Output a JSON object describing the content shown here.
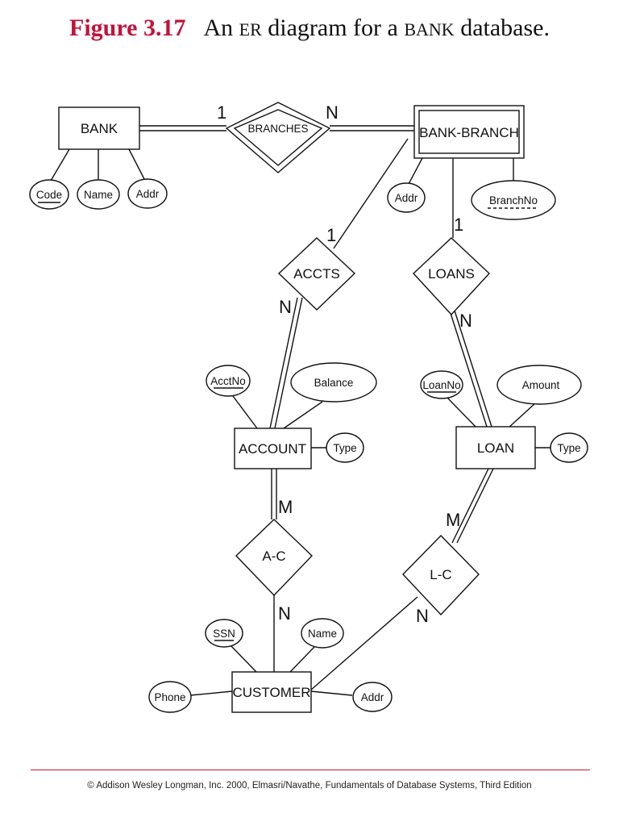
{
  "title": {
    "figure": "Figure 3.17",
    "part1": "An ",
    "er": "ER",
    "part2": " diagram for a ",
    "bank": "BANK",
    "part3": " database."
  },
  "entities": {
    "bank": "BANK",
    "bank_branch": "BANK-BRANCH",
    "account": "ACCOUNT",
    "loan": "LOAN",
    "customer": "CUSTOMER"
  },
  "relationships": {
    "branches": "BRANCHES",
    "accts": "ACCTS",
    "loans": "LOANS",
    "a_c": "A-C",
    "l_c": "L-C"
  },
  "attributes": {
    "bank_code": "Code",
    "bank_name": "Name",
    "bank_addr": "Addr",
    "branch_addr": "Addr",
    "branch_no": "BranchNo",
    "acct_no": "AcctNo",
    "balance": "Balance",
    "account_type": "Type",
    "loan_no": "LoanNo",
    "amount": "Amount",
    "loan_type": "Type",
    "ssn": "SSN",
    "customer_name": "Name",
    "phone": "Phone",
    "customer_addr": "Addr"
  },
  "cardinalities": {
    "branches_bank": "1",
    "branches_branch": "N",
    "accts_branch": "1",
    "accts_account": "N",
    "loans_branch": "1",
    "loans_loan": "N",
    "ac_account": "M",
    "ac_customer": "N",
    "lc_loan": "M",
    "lc_customer": "N"
  },
  "footer": "© Addison Wesley Longman, Inc. 2000, Elmasri/Navathe, Fundamentals of Database Systems, Third Edition",
  "colors": {
    "figure_label": "#c4123a",
    "rule": "#c4123a",
    "ink": "#111111"
  }
}
